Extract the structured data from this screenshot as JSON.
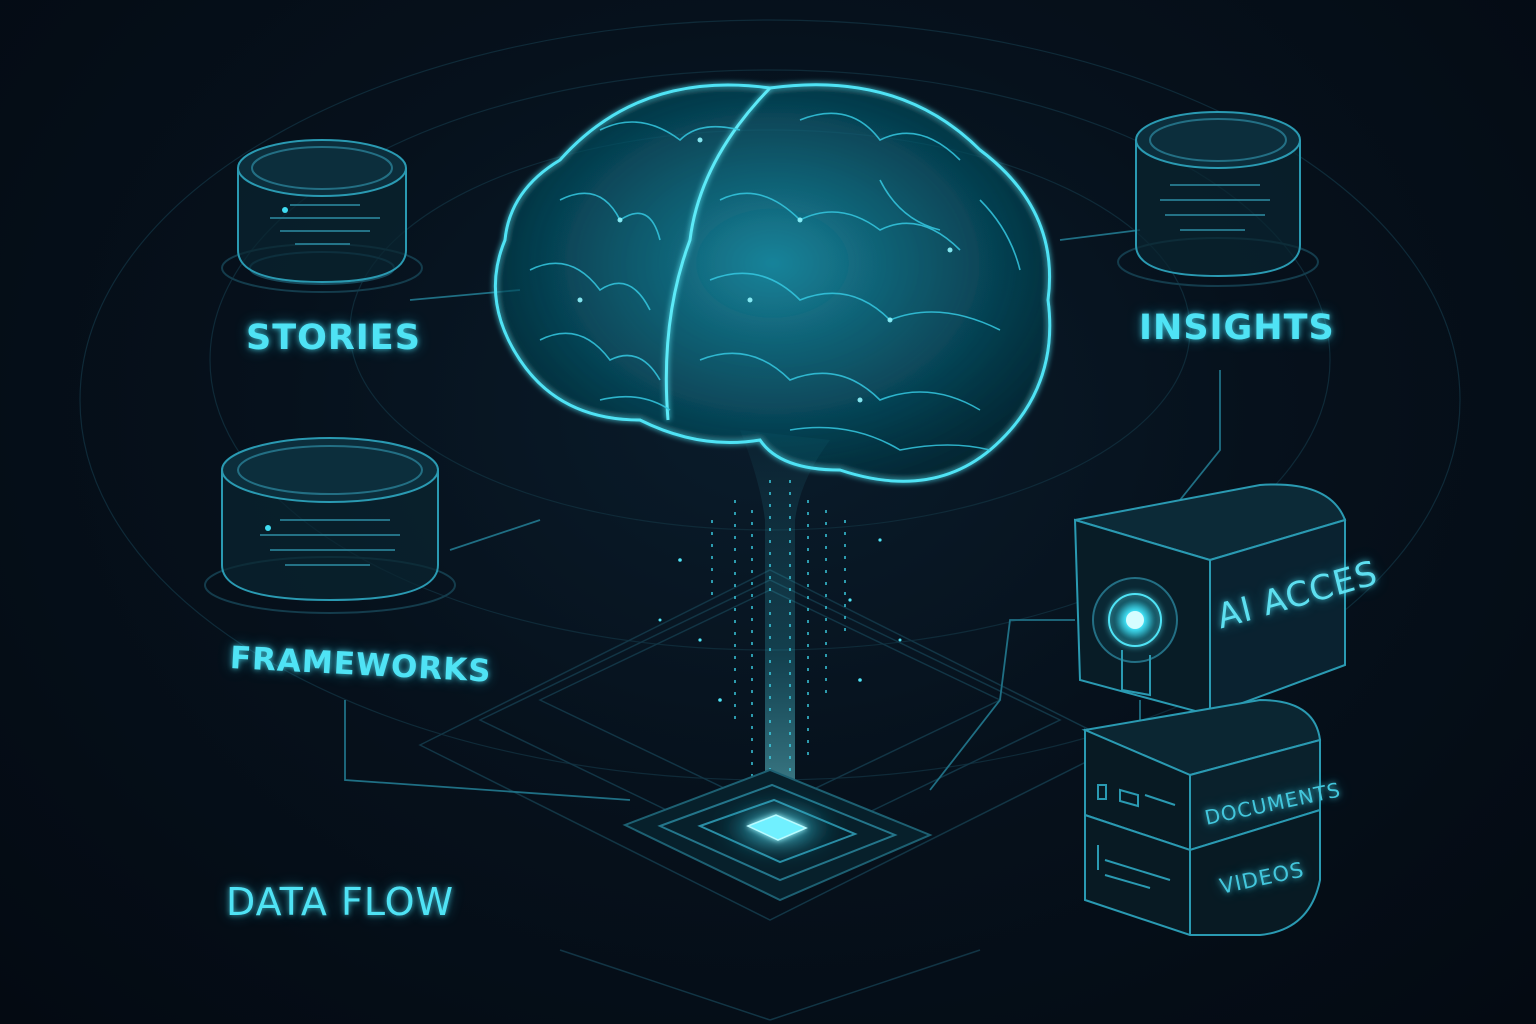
{
  "labels": {
    "stories": "STORIES",
    "insights": "INSIGHTS",
    "frameworks": "FRAMEWORKS",
    "ai_access": "AI ACCES",
    "documents": "DOCUMENTS",
    "videos": "VIDEOS",
    "data_flow": "DATA FLOW"
  },
  "colors": {
    "background": "#050d17",
    "accent": "#4fe3f5",
    "line": "#1f6f84",
    "glow": "#37d6ee"
  },
  "icons": {
    "brain": "brain-icon",
    "database": "database-cylinder-icon",
    "server_box": "server-box-icon",
    "lens": "camera-lens-icon",
    "base_platform": "platform-chip-icon"
  }
}
